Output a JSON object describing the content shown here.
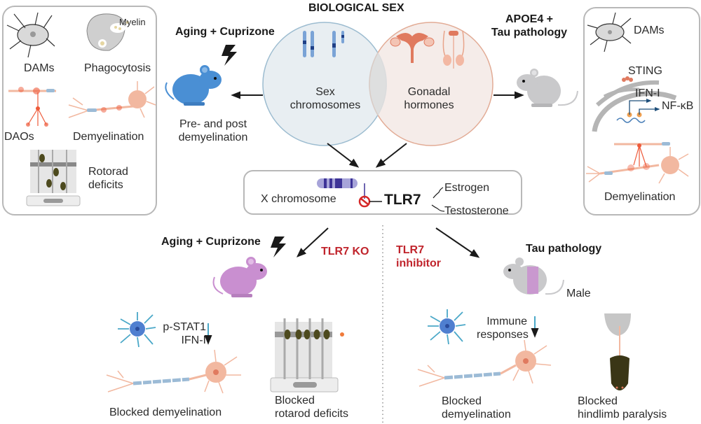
{
  "title": "BIOLOGICAL SEX",
  "venn": {
    "left": {
      "line1": "Sex",
      "line2": "chromosomes",
      "fill": "#e8eef2",
      "stroke": "#9cbcd0"
    },
    "right": {
      "line1": "Gonadal",
      "line2": "hormones",
      "fill": "#f3e9e5",
      "stroke": "#e2ab95"
    }
  },
  "left_condition": {
    "title": "Aging + Cuprizone",
    "mouse_color": "#4a8fd4",
    "caption_line1": "Pre- and post",
    "caption_line2": "demyelination"
  },
  "right_condition": {
    "title_line1": "APOE4 +",
    "title_line2": "Tau pathology",
    "mouse_color": "#c9c9cb"
  },
  "left_panel": {
    "items": [
      {
        "icon": "microglia-icon",
        "label": "DAMs"
      },
      {
        "icon": "phagocyte-icon",
        "label": "Phagocytosis",
        "sublabel": "Myelin"
      },
      {
        "icon": "oligodendrocyte-icon",
        "label": "DAOs"
      },
      {
        "icon": "neuron-icon",
        "label": "Demyelination"
      },
      {
        "icon": "rotarod-icon",
        "label_line1": "Rotorad",
        "label_line2": "deficits"
      }
    ]
  },
  "right_panel": {
    "dams_label": "DAMs",
    "sting_label": "STING",
    "ifn_label": "IFN-I",
    "nfkb_label": "NF-κB",
    "demyelination_label": "Demyelination"
  },
  "tlr7_box": {
    "x_chromosome_label": "X chromosome",
    "gene_label": "TLR7",
    "estrogen_label": "Estrogen",
    "testosterone_label": "Testosterone"
  },
  "bottom_left": {
    "condition": "Aging + Cuprizone",
    "intervention": "TLR7 KO",
    "mouse_color": "#c98fd0",
    "marker_line1": "p-STAT1",
    "marker_line2": "IFN-I",
    "outcome1": "Blocked demyelination",
    "outcome2_line1": "Blocked",
    "outcome2_line2": "rotarod deficits"
  },
  "bottom_right": {
    "intervention_line1": "TLR7",
    "intervention_line2": "inhibitor",
    "condition": "Tau pathology",
    "sex_label": "Male",
    "marker_line1": "Immune",
    "marker_line2": "responses",
    "outcome1_line1": "Blocked",
    "outcome1_line2": "demyelination",
    "outcome2_line1": "Blocked",
    "outcome2_line2": "hindlimb paralysis"
  },
  "colors": {
    "accent_red": "#c0242c",
    "down_arrow": "#4aa8c8",
    "neuron": "#f2b8a0",
    "myelin": "#9cbbd6",
    "inflamed": "#ee5a3a",
    "microglia_blue": "#4f7fd0"
  }
}
